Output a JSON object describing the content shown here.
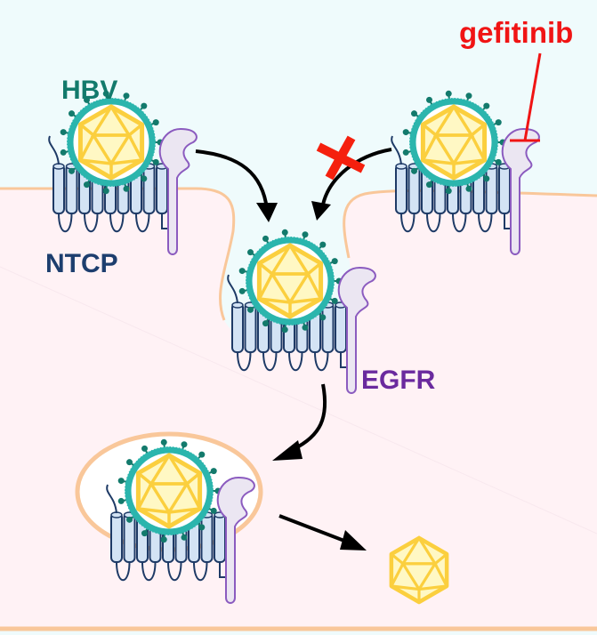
{
  "labels": {
    "hbv": "HBV",
    "ntcp": "NTCP",
    "egfr": "EGFR",
    "drug": "gefitinib"
  },
  "colors": {
    "extracellular": "#effbfc",
    "cytoplasm": "#fff2f5",
    "membrane": "#f9c79a",
    "envelope": "#2bb5ad",
    "spike": "#137a6c",
    "capsid_fill": "#fff8c4",
    "capsid_stroke": "#fbcf3e",
    "ntcp_fill": "#d3e3f4",
    "ntcp_stroke": "#1e3a66",
    "egfr_fill": "#ebe6f2",
    "egfr_stroke": "#8b5bbf",
    "hbv_text": "#137a6c",
    "ntcp_text": "#1d3e6e",
    "egfr_text": "#6a2a9e",
    "drug_text": "#f01414",
    "arrow": "#000000",
    "block_x": "#f5200e"
  },
  "complexes": [
    {
      "name": "bound-left",
      "state": "attached at membrane"
    },
    {
      "name": "endocytic-pit",
      "state": "internalizing"
    },
    {
      "name": "blocked-right",
      "state": "inhibited by gefitinib"
    },
    {
      "name": "endosome",
      "state": "internalized"
    }
  ],
  "free_capsid": {
    "state": "released nucleocapsid"
  }
}
